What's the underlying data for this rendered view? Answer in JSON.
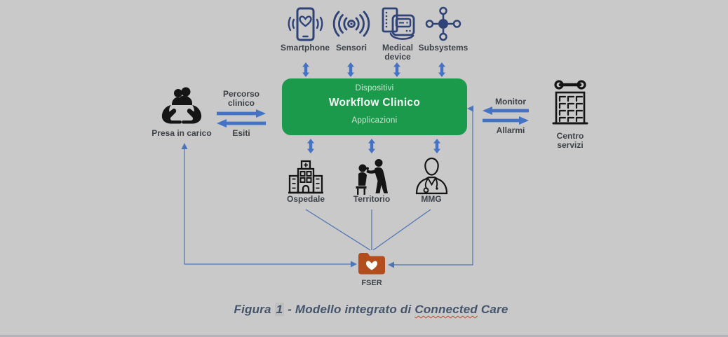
{
  "top_devices": {
    "items": [
      {
        "label": "Smartphone",
        "icon": "smartphone-heart-icon"
      },
      {
        "label": "Sensori",
        "icon": "sensor-waves-icon"
      },
      {
        "label": "Medical device",
        "icon": "medical-device-icon"
      },
      {
        "label": "Subsystems",
        "icon": "subsystems-network-icon"
      }
    ]
  },
  "center_box": {
    "top_label": "Dispositivi",
    "title": "Workflow Clinico",
    "bottom_label": "Applicazioni"
  },
  "left_group": {
    "label": "Presa in carico",
    "icon": "caring-hands-icon",
    "arrow_right_label": "Percorso clinico",
    "arrow_left_label": "Esiti"
  },
  "right_group": {
    "label": "Centro servizi",
    "icon": "service-building-wrench-icon",
    "arrow_left_label": "Monitor",
    "arrow_right_label": "Allarmi"
  },
  "bottom_actors": {
    "items": [
      {
        "label": "Ospedale",
        "icon": "hospital-icon"
      },
      {
        "label": "Territorio",
        "icon": "caregiver-patient-icon"
      },
      {
        "label": "MMG",
        "icon": "doctor-icon"
      }
    ]
  },
  "fser": {
    "label": "FSER",
    "icon": "folder-heart-icon"
  },
  "caption": {
    "prefix": "Figura ",
    "field_number": "1",
    "middle": " - Modello integrato di ",
    "spellcheck_word": "Connected",
    "tail": " Care"
  },
  "colors": {
    "background": "#c9c9c9",
    "green_box": "#1a9a4a",
    "arrow_blue": "#4472c4",
    "connector_blue": "#4d74b4",
    "device_icon_navy": "#2f4377",
    "actor_icon_black": "#151515",
    "folder_brown": "#b24e1d",
    "caption_text": "#44546a",
    "label_text": "#3d4248",
    "field_shading": "#bfbfbf",
    "spellcheck_red": "#d83a2d"
  }
}
